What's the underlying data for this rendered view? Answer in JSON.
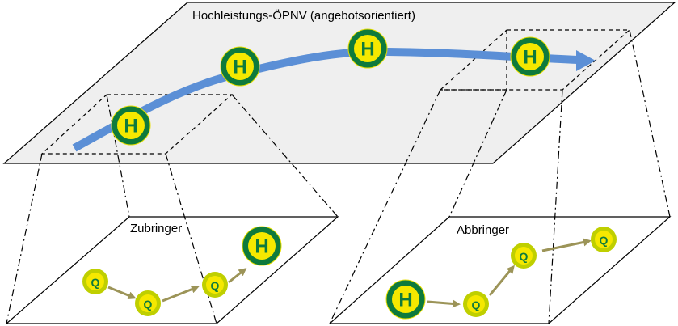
{
  "top_plane": {
    "label": "Hochleistungs-ÖPNV (angebotsorientiert)",
    "fill": "#efefef"
  },
  "left_plane": {
    "label": "Zubringer"
  },
  "right_plane": {
    "label": "Abbringer"
  },
  "symbols": {
    "H": {
      "letter": "H",
      "ring": "#0e7a3c",
      "fill": "#f5e800",
      "text": "#0e7a3c"
    },
    "Q": {
      "letter": "Q",
      "ring": "#bfcf00",
      "fill": "#f5e800",
      "text": "#0e7a3c"
    }
  },
  "colors": {
    "main_route": "#5b8fd6",
    "feeder_arrow": "#9c9458"
  }
}
